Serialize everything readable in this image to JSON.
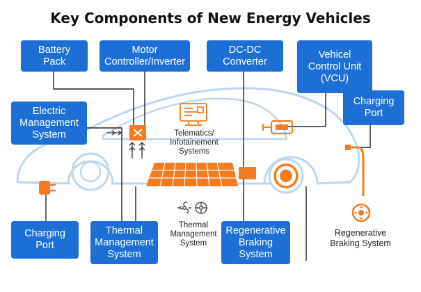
{
  "title": "Key Components of New Energy Vehicles",
  "boxes": {
    "battery_pack": "Battery\nPack",
    "motor_controller": "Motor\nController/Inverter",
    "dcdc_converter": "DC-DC\nConverter",
    "vcu": "Vehicel\nControl Unit\n(VCU)",
    "charging_port_right": "Charging\nPort",
    "electric_management": "Electric\nManagement\nSystem",
    "charging_port_left": "Charging\nPort",
    "thermal_management": "Thermal\nManagement\nSystem",
    "regenerative_braking": "Regenerative\nBraking\nSystem"
  },
  "labels": {
    "telematics": "Telematics/\nInfotainement\nSystems",
    "thermal_mgmt_icon": "Thermal\nManagement\nSystem",
    "regen_braking_icon": "Regenerative\nBraking System"
  },
  "colors": {
    "box_blue": "#1d6fd6",
    "accent_orange": "#f47b20",
    "car_outline": "#bcd6ef",
    "line_dark": "#222222"
  },
  "icons": [
    "inverter-icon",
    "telematics-monitor-icon",
    "dcdc-converter-icon",
    "charging-plug-icon",
    "fan-icon",
    "brake-disc-icon",
    "wheel-icon",
    "battery-grid-icon"
  ]
}
